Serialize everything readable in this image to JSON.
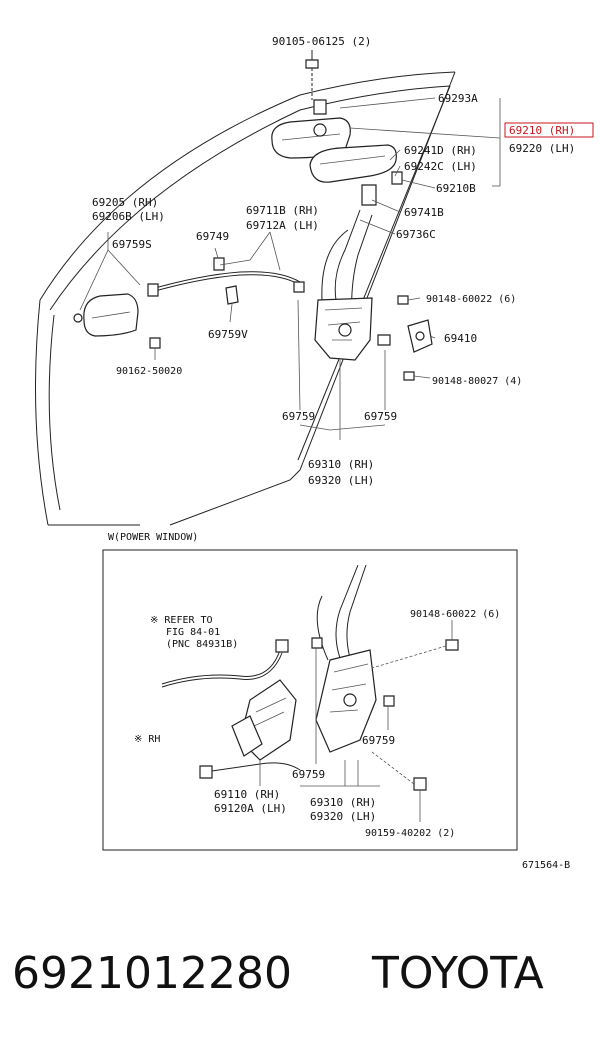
{
  "diagram": {
    "top_labels": {
      "bolt_top": "90105-06125 (2)",
      "p69293a": "69293A",
      "p69210_rh": "69210 (RH)",
      "p69220_lh": "69220 (LH)",
      "p69241d": "69241D (RH)",
      "p69242c": "69242C (LH)",
      "p69210b": "69210B",
      "p69205_rh": "69205  (RH)",
      "p69206b_lh": "69206B (LH)",
      "p69711b": "69711B (RH)",
      "p69712a": "69712A (LH)",
      "p69741b": "69741B",
      "p69749": "69749",
      "p69759s": "69759S",
      "p69736c": "69736C",
      "p90148_60022": "90148-60022 (6)",
      "p69410": "69410",
      "p69759v": "69759V",
      "p90162": "90162-50020",
      "p90148_80027": "90148-80027 (4)",
      "p69759_left": "69759",
      "p69759_right": "69759",
      "p69310_rh": "69310 (RH)",
      "p69320_lh": "69320 (LH)"
    },
    "inset": {
      "title": "W(POWER WINDOW)",
      "refer_line1": "※ REFER TO",
      "refer_line2": "FIG 84-01",
      "refer_line3": "(PNC 84931B)",
      "rh_note": "※ RH",
      "p90148_60022": "90148-60022 (6)",
      "p69759_right": "69759",
      "p69759_left": "69759",
      "p69110_rh": "69110  (RH)",
      "p69120a_lh": "69120A (LH)",
      "p69310_rh": "69310 (RH)",
      "p69320_lh": "69320 (LH)",
      "p90159": "90159-40202 (2)"
    },
    "figure_code": "671564-B"
  },
  "caption": {
    "part_number": "6921012280",
    "brand": "TOYOTA"
  },
  "colors": {
    "highlight": "#c8161d",
    "line": "#222222"
  }
}
